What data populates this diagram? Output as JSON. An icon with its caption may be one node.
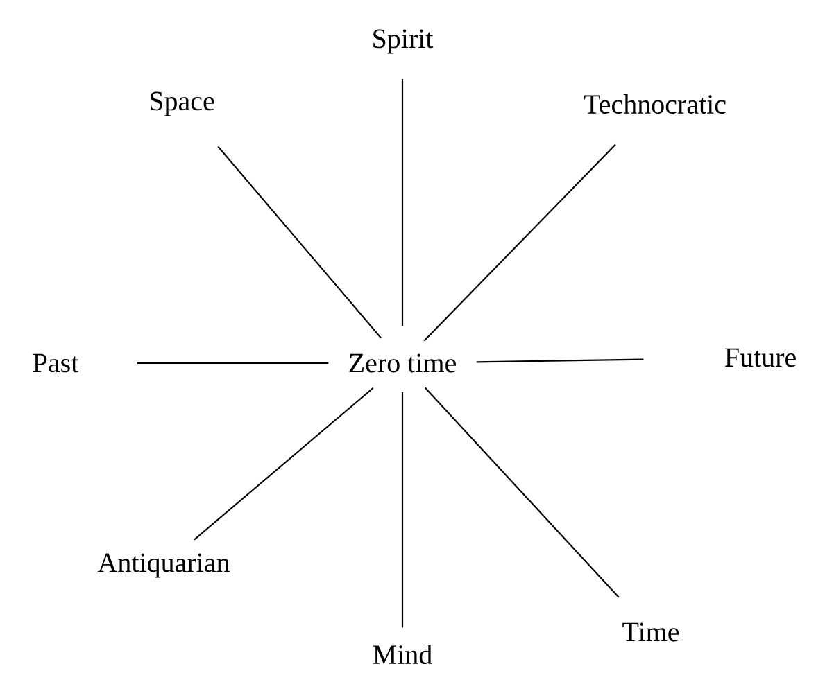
{
  "diagram": {
    "nodes": [
      {
        "text": [
          "Zero time"
        ]
      },
      {
        "text": [
          "Spirit"
        ]
      },
      {
        "text": [
          "Technocratic"
        ]
      },
      {
        "text": [
          "Future"
        ]
      },
      {
        "text": [
          "Time"
        ]
      },
      {
        "text": [
          "Mind"
        ]
      },
      {
        "text": [
          "Antiquarian"
        ]
      },
      {
        "text": [
          "Past"
        ]
      },
      {
        "text": [
          "Space"
        ]
      }
    ],
    "edges": [
      {
        "from": 0,
        "to": 1,
        "arrow": "none"
      },
      {
        "from": 0,
        "to": 2,
        "arrow": "none"
      },
      {
        "from": 0,
        "to": 3,
        "arrow": "none"
      },
      {
        "from": 0,
        "to": 4,
        "arrow": "none"
      },
      {
        "from": 0,
        "to": 5,
        "arrow": "none"
      },
      {
        "from": 0,
        "to": 6,
        "arrow": "none"
      },
      {
        "from": 0,
        "to": 7,
        "arrow": "none"
      },
      {
        "from": 0,
        "to": 8,
        "arrow": "none"
      }
    ]
  }
}
